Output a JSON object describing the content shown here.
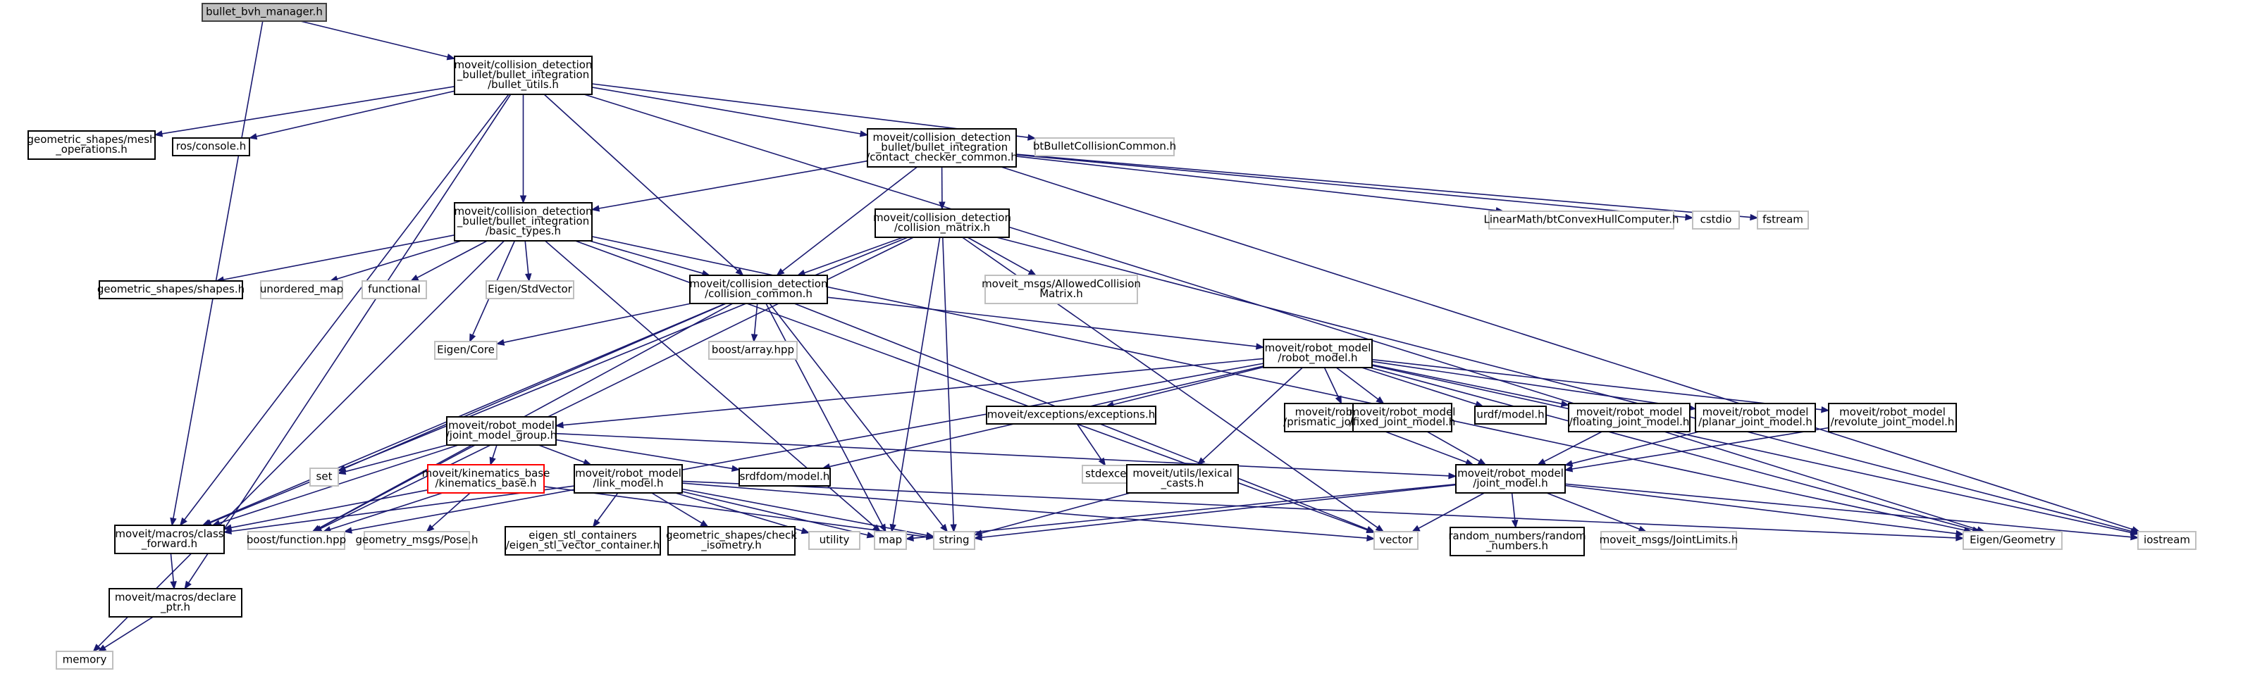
{
  "graph": {
    "nodes": [
      {
        "id": "root",
        "kind": "root",
        "lines": [
          "bullet_bvh_manager.h"
        ]
      },
      {
        "id": "bullet_utils",
        "kind": "proj",
        "lines": [
          "moveit/collision_detection",
          "_bullet/bullet_integration",
          "/bullet_utils.h"
        ]
      },
      {
        "id": "mesh_ops",
        "kind": "proj",
        "lines": [
          "geometric_shapes/mesh",
          "_operations.h"
        ]
      },
      {
        "id": "ros_console",
        "kind": "proj",
        "lines": [
          "ros/console.h"
        ]
      },
      {
        "id": "contact_checker",
        "kind": "proj",
        "lines": [
          "moveit/collision_detection",
          "_bullet/bullet_integration",
          "/contact_checker_common.h"
        ]
      },
      {
        "id": "btBullet",
        "kind": "ext",
        "lines": [
          "btBulletCollisionCommon.h"
        ]
      },
      {
        "id": "basic_types",
        "kind": "proj",
        "lines": [
          "moveit/collision_detection",
          "_bullet/bullet_integration",
          "/basic_types.h"
        ]
      },
      {
        "id": "collision_matrix",
        "kind": "proj",
        "lines": [
          "moveit/collision_detection",
          "/collision_matrix.h"
        ]
      },
      {
        "id": "convexhull",
        "kind": "ext",
        "lines": [
          "LinearMath/btConvexHullComputer.h"
        ]
      },
      {
        "id": "cstdio",
        "kind": "ext",
        "lines": [
          "cstdio"
        ]
      },
      {
        "id": "fstream",
        "kind": "ext",
        "lines": [
          "fstream"
        ]
      },
      {
        "id": "shapes",
        "kind": "proj",
        "lines": [
          "geometric_shapes/shapes.h"
        ]
      },
      {
        "id": "unordered_map",
        "kind": "ext",
        "lines": [
          "unordered_map"
        ]
      },
      {
        "id": "functional",
        "kind": "ext",
        "lines": [
          "functional"
        ]
      },
      {
        "id": "stdvector",
        "kind": "ext",
        "lines": [
          "Eigen/StdVector"
        ]
      },
      {
        "id": "collision_common",
        "kind": "proj",
        "lines": [
          "moveit/collision_detection",
          "/collision_common.h"
        ]
      },
      {
        "id": "allowed_matrix",
        "kind": "ext",
        "lines": [
          "moveit_msgs/AllowedCollision",
          "Matrix.h"
        ]
      },
      {
        "id": "eigen_core",
        "kind": "ext",
        "lines": [
          "Eigen/Core"
        ]
      },
      {
        "id": "boost_array",
        "kind": "ext",
        "lines": [
          "boost/array.hpp"
        ]
      },
      {
        "id": "robot_model",
        "kind": "proj",
        "lines": [
          "moveit/robot_model",
          "/robot_model.h"
        ]
      },
      {
        "id": "joint_model_group",
        "kind": "proj",
        "lines": [
          "moveit/robot_model",
          "/joint_model_group.h"
        ]
      },
      {
        "id": "exceptions",
        "kind": "proj",
        "lines": [
          "moveit/exceptions/exceptions.h"
        ]
      },
      {
        "id": "prismatic",
        "kind": "proj",
        "lines": [
          "moveit/robot_model",
          "/prismatic_joint_model.h"
        ]
      },
      {
        "id": "fixed",
        "kind": "proj",
        "lines": [
          "moveit/robot_model",
          "/fixed_joint_model.h"
        ]
      },
      {
        "id": "urdf",
        "kind": "proj",
        "lines": [
          "urdf/model.h"
        ]
      },
      {
        "id": "floating",
        "kind": "proj",
        "lines": [
          "moveit/robot_model",
          "/floating_joint_model.h"
        ]
      },
      {
        "id": "planar",
        "kind": "proj",
        "lines": [
          "moveit/robot_model",
          "/planar_joint_model.h"
        ]
      },
      {
        "id": "revolute",
        "kind": "proj",
        "lines": [
          "moveit/robot_model",
          "/revolute_joint_model.h"
        ]
      },
      {
        "id": "set",
        "kind": "ext",
        "lines": [
          "set"
        ]
      },
      {
        "id": "kinematics_base",
        "kind": "red",
        "lines": [
          "moveit/kinematics_base",
          "/kinematics_base.h"
        ]
      },
      {
        "id": "link_model",
        "kind": "proj",
        "lines": [
          "moveit/robot_model",
          "/link_model.h"
        ]
      },
      {
        "id": "srdfdom",
        "kind": "proj",
        "lines": [
          "srdfdom/model.h"
        ]
      },
      {
        "id": "stdexcept",
        "kind": "ext",
        "lines": [
          "stdexcept"
        ]
      },
      {
        "id": "lexical",
        "kind": "proj",
        "lines": [
          "moveit/utils/lexical",
          "_casts.h"
        ]
      },
      {
        "id": "joint_model",
        "kind": "proj",
        "lines": [
          "moveit/robot_model",
          "/joint_model.h"
        ]
      },
      {
        "id": "class_fwd",
        "kind": "proj",
        "lines": [
          "moveit/macros/class",
          "_forward.h"
        ]
      },
      {
        "id": "boost_function",
        "kind": "ext",
        "lines": [
          "boost/function.hpp"
        ]
      },
      {
        "id": "pose",
        "kind": "ext",
        "lines": [
          "geometry_msgs/Pose.h"
        ]
      },
      {
        "id": "eigen_stl",
        "kind": "proj",
        "lines": [
          "eigen_stl_containers",
          "/eigen_stl_vector_container.h"
        ]
      },
      {
        "id": "check_isometry",
        "kind": "proj",
        "lines": [
          "geometric_shapes/check",
          "_isometry.h"
        ]
      },
      {
        "id": "utility",
        "kind": "ext",
        "lines": [
          "utility"
        ]
      },
      {
        "id": "map",
        "kind": "ext",
        "lines": [
          "map"
        ]
      },
      {
        "id": "string",
        "kind": "ext",
        "lines": [
          "string"
        ]
      },
      {
        "id": "vector",
        "kind": "ext",
        "lines": [
          "vector"
        ]
      },
      {
        "id": "random_numbers",
        "kind": "proj",
        "lines": [
          "random_numbers/random",
          "_numbers.h"
        ]
      },
      {
        "id": "joint_limits",
        "kind": "ext",
        "lines": [
          "moveit_msgs/JointLimits.h"
        ]
      },
      {
        "id": "eigen_geometry",
        "kind": "ext",
        "lines": [
          "Eigen/Geometry"
        ]
      },
      {
        "id": "iostream",
        "kind": "ext",
        "lines": [
          "iostream"
        ]
      },
      {
        "id": "declare_ptr",
        "kind": "proj",
        "lines": [
          "moveit/macros/declare",
          "_ptr.h"
        ]
      },
      {
        "id": "memory",
        "kind": "ext",
        "lines": [
          "memory"
        ]
      }
    ],
    "edges": [
      [
        "root",
        "bullet_utils"
      ],
      [
        "root",
        "class_fwd"
      ],
      [
        "bullet_utils",
        "mesh_ops"
      ],
      [
        "bullet_utils",
        "ros_console"
      ],
      [
        "bullet_utils",
        "contact_checker"
      ],
      [
        "bullet_utils",
        "btBullet"
      ],
      [
        "bullet_utils",
        "basic_types"
      ],
      [
        "bullet_utils",
        "collision_common"
      ],
      [
        "bullet_utils",
        "class_fwd"
      ],
      [
        "bullet_utils",
        "declare_ptr"
      ],
      [
        "bullet_utils",
        "eigen_geometry"
      ],
      [
        "contact_checker",
        "basic_types"
      ],
      [
        "contact_checker",
        "collision_matrix"
      ],
      [
        "contact_checker",
        "collision_common"
      ],
      [
        "contact_checker",
        "convexhull"
      ],
      [
        "contact_checker",
        "cstdio"
      ],
      [
        "contact_checker",
        "fstream"
      ],
      [
        "contact_checker",
        "iostream"
      ],
      [
        "basic_types",
        "shapes"
      ],
      [
        "basic_types",
        "unordered_map"
      ],
      [
        "basic_types",
        "functional"
      ],
      [
        "basic_types",
        "stdvector"
      ],
      [
        "basic_types",
        "eigen_core"
      ],
      [
        "basic_types",
        "collision_common"
      ],
      [
        "basic_types",
        "memory"
      ],
      [
        "basic_types",
        "vector"
      ],
      [
        "basic_types",
        "eigen_geometry"
      ],
      [
        "basic_types",
        "map"
      ],
      [
        "collision_matrix",
        "collision_common"
      ],
      [
        "collision_matrix",
        "allowed_matrix"
      ],
      [
        "collision_matrix",
        "string"
      ],
      [
        "collision_matrix",
        "map"
      ],
      [
        "collision_matrix",
        "vector"
      ],
      [
        "collision_matrix",
        "boost_function"
      ],
      [
        "collision_matrix",
        "iostream"
      ],
      [
        "collision_matrix",
        "class_fwd"
      ],
      [
        "collision_common",
        "eigen_core"
      ],
      [
        "collision_common",
        "boost_array"
      ],
      [
        "collision_common",
        "robot_model"
      ],
      [
        "collision_common",
        "set"
      ],
      [
        "collision_common",
        "boost_function"
      ],
      [
        "collision_common",
        "string"
      ],
      [
        "collision_common",
        "map"
      ],
      [
        "collision_common",
        "vector"
      ],
      [
        "collision_common",
        "class_fwd"
      ],
      [
        "robot_model",
        "joint_model_group"
      ],
      [
        "robot_model",
        "exceptions"
      ],
      [
        "robot_model",
        "prismatic"
      ],
      [
        "robot_model",
        "fixed"
      ],
      [
        "robot_model",
        "urdf"
      ],
      [
        "robot_model",
        "floating"
      ],
      [
        "robot_model",
        "planar"
      ],
      [
        "robot_model",
        "revolute"
      ],
      [
        "robot_model",
        "srdfdom"
      ],
      [
        "robot_model",
        "lexical"
      ],
      [
        "robot_model",
        "eigen_geometry"
      ],
      [
        "robot_model",
        "iostream"
      ],
      [
        "robot_model",
        "boost_function"
      ],
      [
        "joint_model_group",
        "set"
      ],
      [
        "joint_model_group",
        "kinematics_base"
      ],
      [
        "joint_model_group",
        "link_model"
      ],
      [
        "joint_model_group",
        "srdfdom"
      ],
      [
        "joint_model_group",
        "joint_model"
      ],
      [
        "joint_model_group",
        "boost_function"
      ],
      [
        "joint_model_group",
        "class_fwd"
      ],
      [
        "exceptions",
        "stdexcept"
      ],
      [
        "prismatic",
        "joint_model"
      ],
      [
        "fixed",
        "joint_model"
      ],
      [
        "floating",
        "joint_model"
      ],
      [
        "planar",
        "joint_model"
      ],
      [
        "revolute",
        "joint_model"
      ],
      [
        "kinematics_base",
        "class_fwd"
      ],
      [
        "kinematics_base",
        "pose"
      ],
      [
        "kinematics_base",
        "boost_function"
      ],
      [
        "kinematics_base",
        "string"
      ],
      [
        "link_model",
        "eigen_stl"
      ],
      [
        "link_model",
        "check_isometry"
      ],
      [
        "link_model",
        "utility"
      ],
      [
        "link_model",
        "map"
      ],
      [
        "link_model",
        "string"
      ],
      [
        "link_model",
        "vector"
      ],
      [
        "link_model",
        "eigen_geometry"
      ],
      [
        "link_model",
        "class_fwd"
      ],
      [
        "lexical",
        "string"
      ],
      [
        "joint_model",
        "random_numbers"
      ],
      [
        "joint_model",
        "joint_limits"
      ],
      [
        "joint_model",
        "vector"
      ],
      [
        "joint_model",
        "string"
      ],
      [
        "joint_model",
        "map"
      ],
      [
        "joint_model",
        "eigen_geometry"
      ],
      [
        "joint_model",
        "iostream"
      ],
      [
        "class_fwd",
        "declare_ptr"
      ],
      [
        "declare_ptr",
        "memory"
      ]
    ]
  }
}
